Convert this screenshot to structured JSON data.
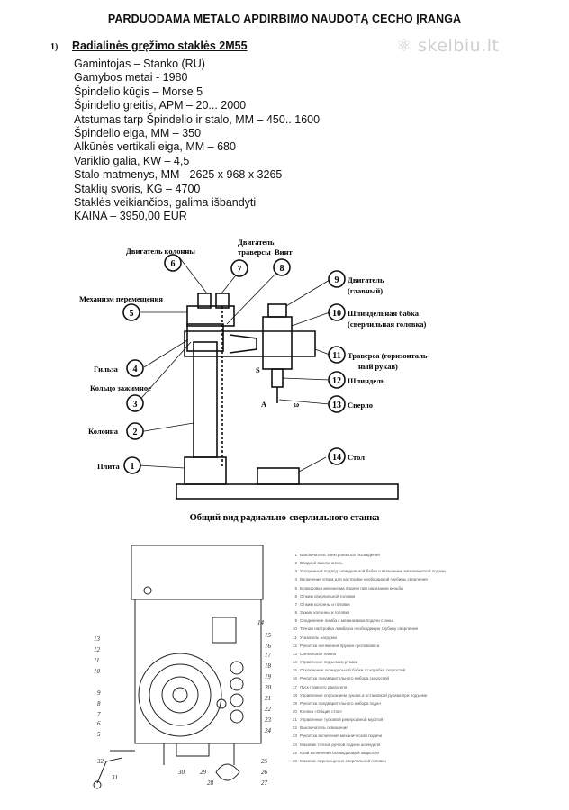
{
  "document": {
    "title": "PARDUODAMA METALO APDIRBIMO NAUDOTĄ CECHO ĮRANGA",
    "section_number": "1)",
    "section_title": "Radialinės gręžimo staklės 2M55",
    "watermark": "skelbiu.lt",
    "specs": [
      "Gamintojas – Stanko (RU)",
      "Gamybos metai  - 1980",
      "Špindelio kūgis – Morse 5",
      "Špindelio greitis, APM – 20... 2000",
      "Atstumas tarp Špindelio ir stalo, MM – 450.. 1600",
      "Špindelio eiga, MM – 350",
      "Alkūnės vertikali eiga, MM – 680",
      "Variklio galia, KW – 4,5",
      "Stalo matmenys, MM - 2625 x 968 x 3265",
      "Staklių svoris, KG – 4700",
      "Staklės veikiančios, galima išbandyti",
      "KAINA – 3950,00 EUR"
    ]
  },
  "diagram1": {
    "caption": "Общий вид радиально-сверлильного станка",
    "labels": {
      "l6": "Двигатель колонны",
      "l7a": "Двигатель",
      "l7b": "траверсы",
      "l8": "Винт",
      "l5": "Механизм перемещения",
      "l9a": "Двигатель",
      "l9b": "(главный)",
      "l10a": "Шпиндельная бабка",
      "l10b": "(сверлильная головка)",
      "l11a": "Траверса (горизонталь-",
      "l11b": "ный рукав)",
      "l4": "Гильза",
      "l12": "Шпиндель",
      "l3": "Кольцо зажимное",
      "l13": "Сверло",
      "l2": "Колонна",
      "l1": "Плита",
      "l14": "Стол",
      "s": "S",
      "a": "A",
      "omega": "ω"
    },
    "numbers": [
      "1",
      "2",
      "3",
      "4",
      "5",
      "6",
      "7",
      "8",
      "9",
      "10",
      "11",
      "12",
      "13",
      "14"
    ]
  },
  "diagram2": {
    "left_numbers": [
      "13",
      "12",
      "11",
      "10",
      "9",
      "8",
      "7",
      "6",
      "5",
      "32",
      "31"
    ],
    "right_numbers": [
      "14",
      "15",
      "16",
      "17",
      "18",
      "19",
      "20",
      "21",
      "22",
      "23",
      "24",
      "25",
      "26",
      "27"
    ],
    "bottom_numbers": [
      "30",
      "29",
      "28"
    ],
    "legend": [
      {
        "n": "1",
        "t": "Выключатель электронасоса охлаждения"
      },
      {
        "n": "2",
        "t": "Вводной выключатель"
      },
      {
        "n": "3",
        "t": "Ускоренный подвод шпиндельной бабки и включение механической подачи"
      },
      {
        "n": "4",
        "t": "Включение упора для настройки необходимой глубины сверления"
      },
      {
        "n": "5",
        "t": "Блокировка механизма подачи при нарезании резьбы"
      },
      {
        "n": "6",
        "t": "Отжим сверлильной головки"
      },
      {
        "n": "7",
        "t": "Отжим колонны и головки"
      },
      {
        "n": "8",
        "t": "Зажим колонны и головки"
      },
      {
        "n": "9",
        "t": "Соединение лимба с механизмом подачи станка"
      },
      {
        "n": "10",
        "t": "Точная настройка лимба на необходимую глубину сверления"
      },
      {
        "n": "11",
        "t": "Указатель нагрузки"
      },
      {
        "n": "12",
        "t": "Рукоятка натяжения пружин противовеса"
      },
      {
        "n": "13",
        "t": "Сигнальная лампа"
      },
      {
        "n": "14",
        "t": "Управление подъемом рукава"
      },
      {
        "n": "15",
        "t": "Отключение шпиндельной бабки от коробки скоростей"
      },
      {
        "n": "16",
        "t": "Рукоятка предварительного набора скоростей"
      },
      {
        "n": "17",
        "t": "Пуск главного двигателя"
      },
      {
        "n": "18",
        "t": "Управление опусканием рукава и остановкой рукава при подъеме"
      },
      {
        "n": "19",
        "t": "Рукоятка предварительного набора подач"
      },
      {
        "n": "20",
        "t": "Кнопка «Общий стоп»"
      },
      {
        "n": "21",
        "t": "Управление тусковой реверсивной муфтой"
      },
      {
        "n": "22",
        "t": "Выключатель освещения"
      },
      {
        "n": "23",
        "t": "Рукоятка включения механической подачи"
      },
      {
        "n": "24",
        "t": "Маховик точной ручной подачи шпинделя"
      },
      {
        "n": "25",
        "t": "Край включения охлаждающей жидкости"
      },
      {
        "n": "26",
        "t": "Маховик перемещения сверлильной головки"
      }
    ]
  },
  "colors": {
    "ink": "#111111",
    "watermark": "#cfcfcf",
    "legend": "#555555"
  }
}
